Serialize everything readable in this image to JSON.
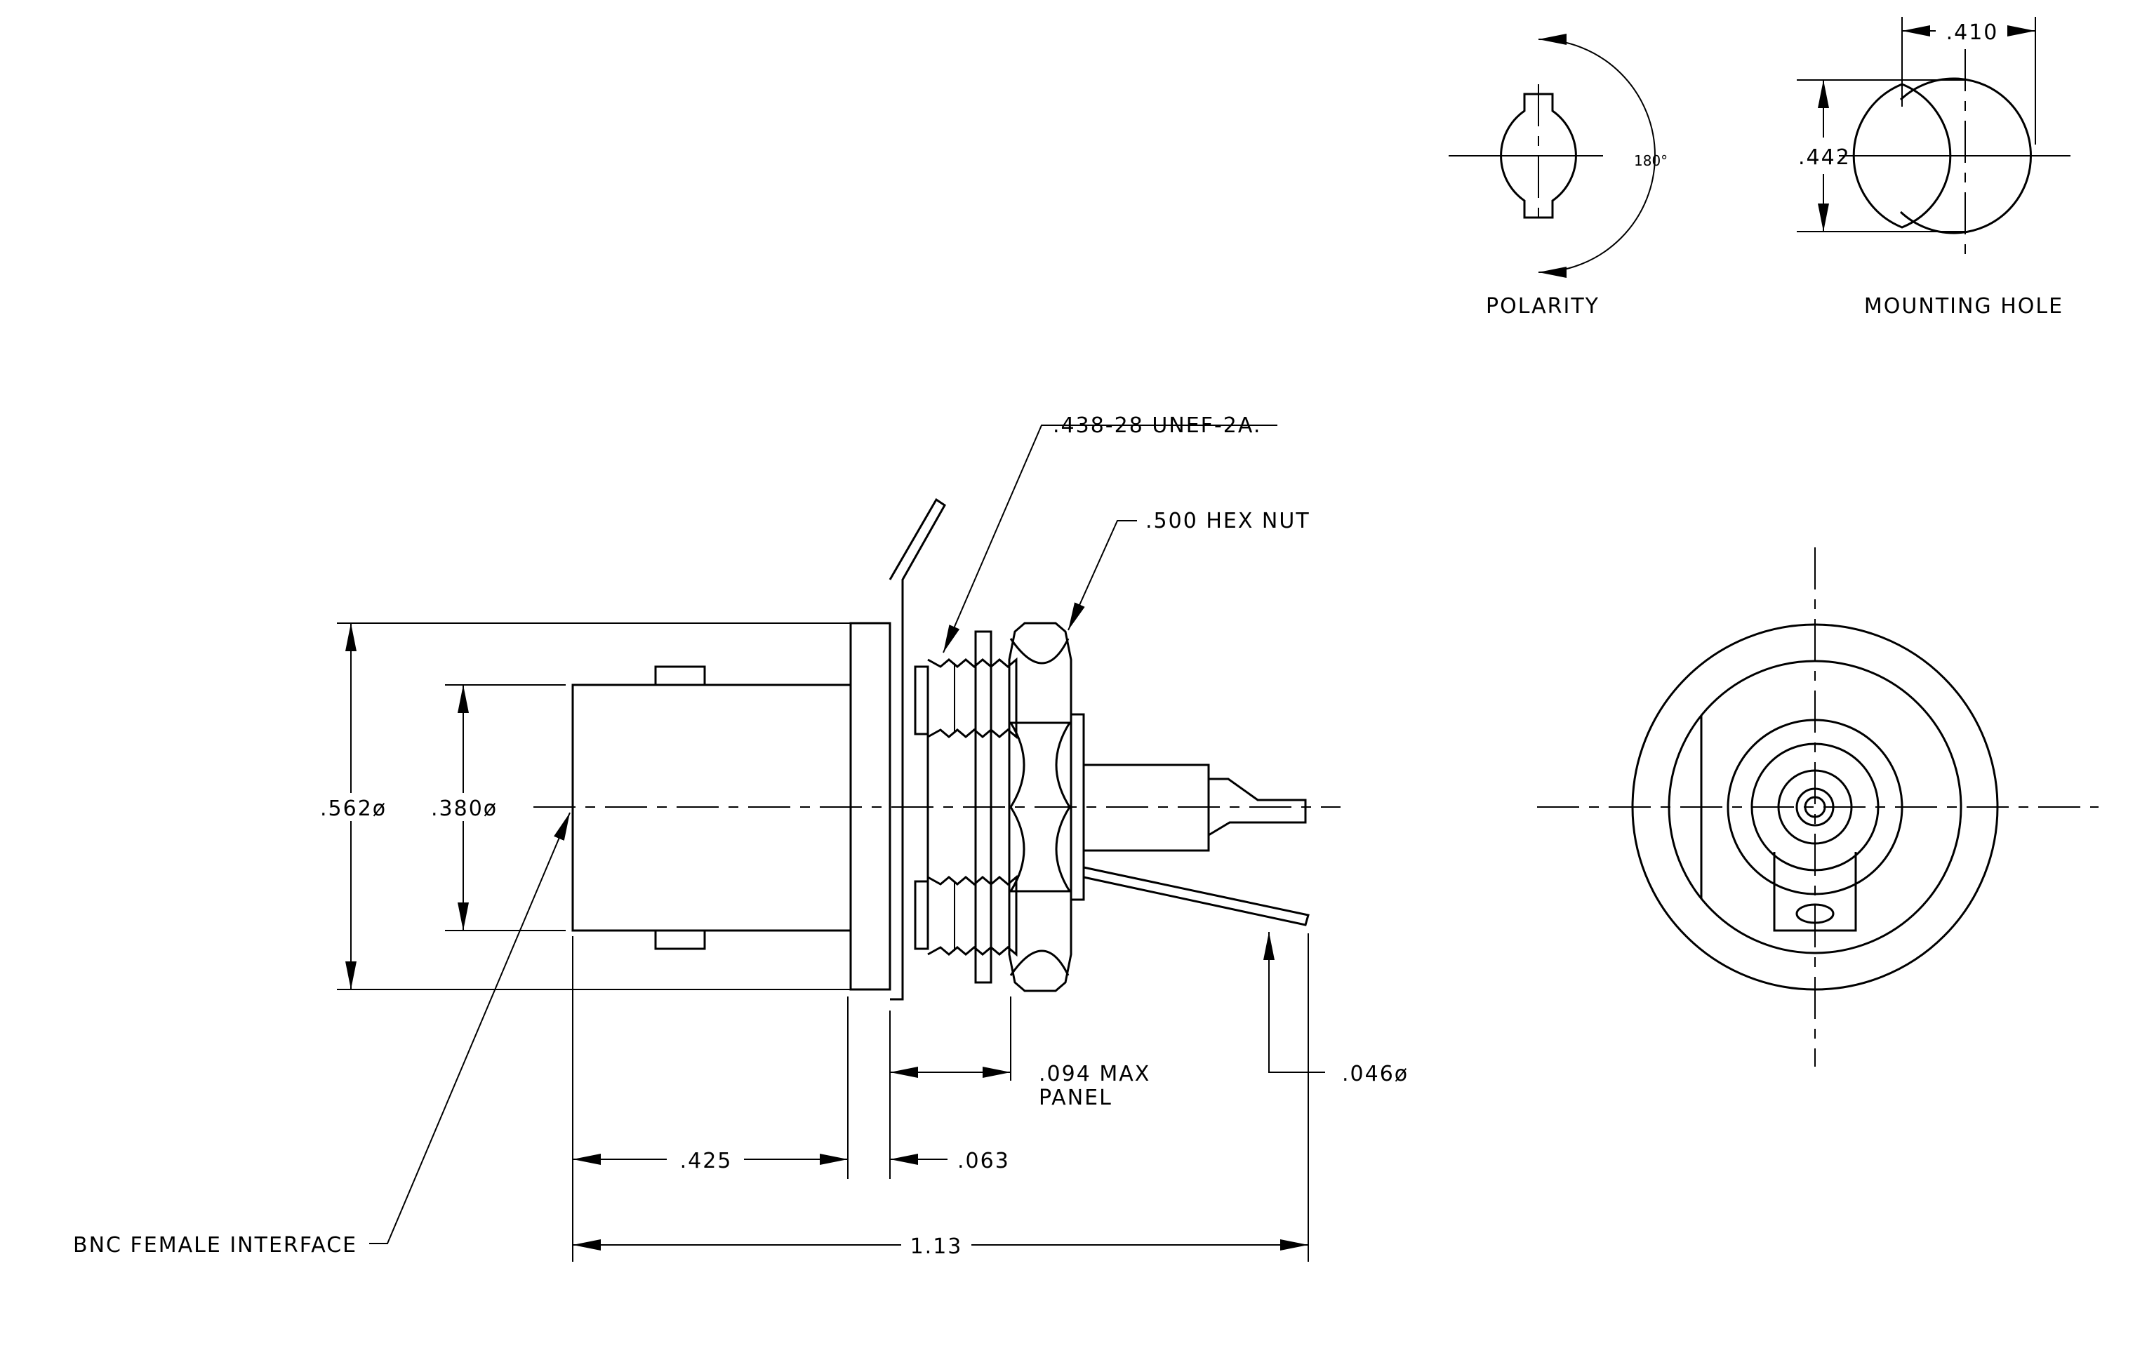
{
  "labels": {
    "polarity": "POLARITY",
    "mounting_hole": "MOUNTING HOLE",
    "angle_180": "180°",
    "dim_410": ".410",
    "dim_442": ".442",
    "thread_spec": ".438-28 UNEF-2A.",
    "hex_nut": ".500 HEX NUT",
    "dia_562": ".562ø",
    "dia_380": ".380ø",
    "panel_max_line1": ".094 MAX",
    "panel_max_line2": "PANEL",
    "dia_046": ".046ø",
    "dim_425": ".425",
    "dim_063": ".063",
    "dim_113": "1.13",
    "interface": "BNC FEMALE INTERFACE"
  }
}
